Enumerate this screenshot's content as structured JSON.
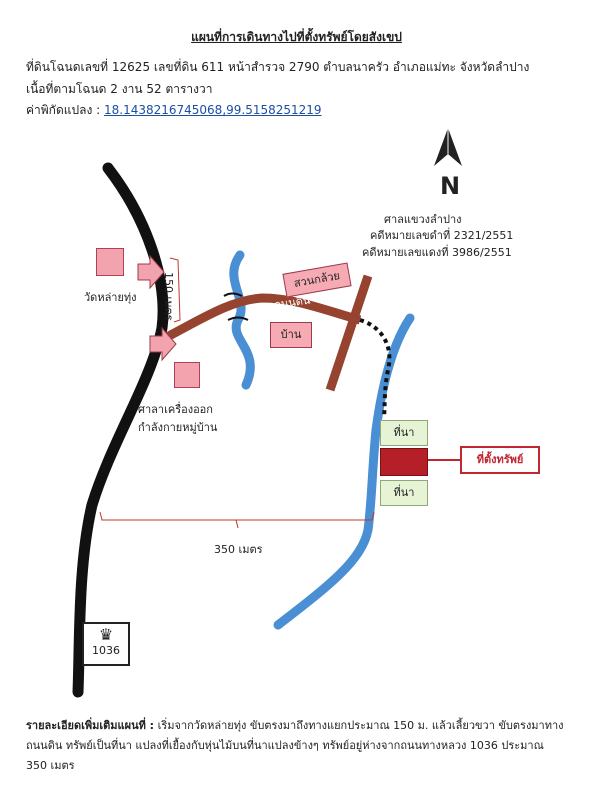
{
  "header": {
    "title": "แผนที่การเดินทางไปที่ตั้งทรัพย์โดยสังเขป",
    "line1": "ที่ดินโฉนดเลขที่  12625  เลขที่ดิน 611  หน้าสำรวจ 2790   ตำบลนาครัว  อำเภอแม่ทะ  จังหวัดลำปาง",
    "line2": "เนื้อที่ตามโฉนด 2  งาน  52  ตารางวา",
    "coords_label": "ค่าพิกัดแปลง :",
    "coords_value": "18.1438216745068,99.5158251219"
  },
  "map": {
    "north": "N",
    "court": "ศาลแขวงลำปาง",
    "case_black": "คดีหมายเลขดำที่ 2321/2551",
    "case_red": "คดีหมายเลขแดงที่ 3986/2551",
    "temple": "วัดหล่ายทุ่ง",
    "dist_150": "150 เมตร",
    "banana": "สวนกล้วย",
    "road": "ถนนดิน",
    "house": "บ้าน",
    "sala_line1": "ศาลาเครื่องออก",
    "sala_line2": "กำลังกายหมู่บ้าน",
    "field_top": "ที่นา",
    "field_bottom": "ที่นา",
    "property": "ที่ตั้งทรัพย์",
    "dist_350": "350 เมตร",
    "route": "1036"
  },
  "footer": {
    "label": "รายละเอียดเพิ่มเติมแผนที่ :",
    "text": " เริ่มจากวัดหล่ายทุ่ง ขับตรงมาถึงทางแยกประมาณ 150 ม. แล้วเลี้ยวขวา ขับตรงมาทางถนนดิน ทรัพย์เป็นที่นา  แปลงที่เยื้องกับหุ่นไม้บนที่นาแปลงข้างๆ  ทรัพย์อยู่ห่างจากถนนทางหลวง 1036 ประมาณ  350 เมตร"
  },
  "colors": {
    "main_road": "#111111",
    "dirt_road": "#96432f",
    "river": "#4a8fd4",
    "property": "#b51f27",
    "label_pink": "#f3a3ad",
    "field_green": "#e6f3d4"
  }
}
